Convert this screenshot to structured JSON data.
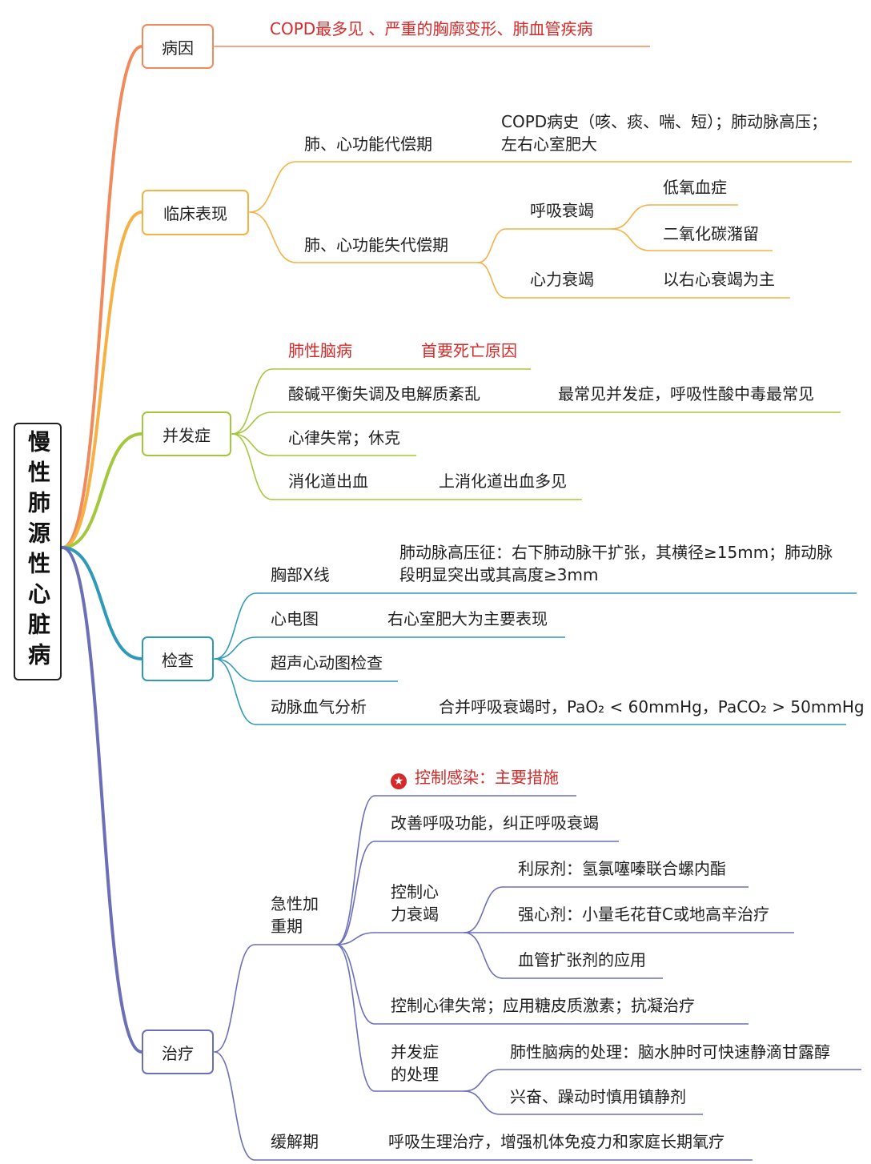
{
  "root": "慢性肺源性心脏病",
  "colors": {
    "cause": "#f0895c",
    "clinical": "#f5b143",
    "complication": "#a3c83c",
    "exam": "#2f9ab8",
    "treatment": "#6b6fb8",
    "highlight": "#d42a2a"
  },
  "cause": {
    "label": "病因",
    "text": "COPD最多见 、严重的胸廓变形、肺血管疾病"
  },
  "clinical": {
    "label": "临床表现",
    "compensated": {
      "label": "肺、心功能代偿期",
      "detail_line1": "COPD病史（咳、痰、喘、短）；肺动脉高压；",
      "detail_line2": "左右心室肥大"
    },
    "decompensated": {
      "label": "肺、心功能失代偿期",
      "resp_failure": "呼吸衰竭",
      "resp_items": [
        "低氧血症",
        "二氧化碳潴留"
      ],
      "heart_failure": "心力衰竭",
      "heart_detail": "以右心衰竭为主"
    }
  },
  "complication": {
    "label": "并发症",
    "encephalopathy": "肺性脑病",
    "encephalopathy_note": "首要死亡原因",
    "acid_base": "酸碱平衡失调及电解质紊乱",
    "acid_base_note": "最常见并发症，呼吸性酸中毒最常见",
    "arrhythmia": "心律失常；休克",
    "gi_bleeding": "消化道出血",
    "gi_bleeding_note": "上消化道出血多见"
  },
  "exam": {
    "label": "检查",
    "xray": "胸部X线",
    "xray_line1": "肺动脉高压征：右下肺动脉干扩张，其横径≥15mm；肺动脉",
    "xray_line2": "段明显突出或其高度≥3mm",
    "ecg": "心电图",
    "ecg_note": "右心室肥大为主要表现",
    "echo": "超声心动图检查",
    "abg": "动脉血气分析",
    "abg_note": "合并呼吸衰竭时，PaO₂ < 60mmHg，PaCO₂ > 50mmHg"
  },
  "treatment": {
    "label": "治疗",
    "acute_line1": "急性加",
    "acute_line2": "重期",
    "infection_icon": "star-icon",
    "infection": "控制感染：主要措施",
    "respiration": "改善呼吸功能，纠正呼吸衰竭",
    "hf_line1": "控制心",
    "hf_line2": "力衰竭",
    "hf_items": [
      "利尿剂：氢氯噻嗪联合螺内酯",
      "强心剂：小量毛花苷C或地高辛治疗",
      "血管扩张剂的应用"
    ],
    "arrhythmia": "控制心律失常；应用糖皮质激素；抗凝治疗",
    "comp_line1": "并发症",
    "comp_line2": "的处理",
    "comp_items": [
      "肺性脑病的处理：脑水肿时可快速静滴甘露醇",
      "兴奋、躁动时慎用镇静剂"
    ],
    "remission": "缓解期",
    "remission_note": "呼吸生理治疗，增强机体免疫力和家庭长期氧疗"
  }
}
